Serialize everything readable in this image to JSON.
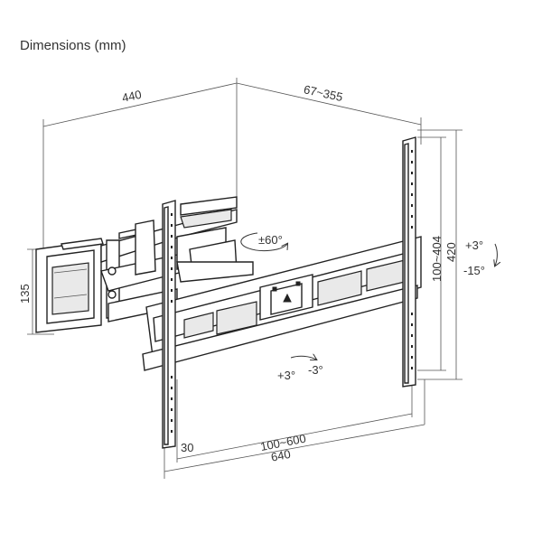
{
  "title": "Dimensions (mm)",
  "dimensions": {
    "depth_width": "440",
    "extension": "67~355",
    "height_left": "135",
    "vesa_vertical": "100~404",
    "height_total": "420",
    "vesa_horizontal": "100~600",
    "offset": "30",
    "width_total": "640"
  },
  "rotation": {
    "swivel": "±60°",
    "tilt_up": "+3°",
    "tilt_down": "-15°",
    "level_plus": "+3°",
    "level_minus": "-3°"
  }
}
